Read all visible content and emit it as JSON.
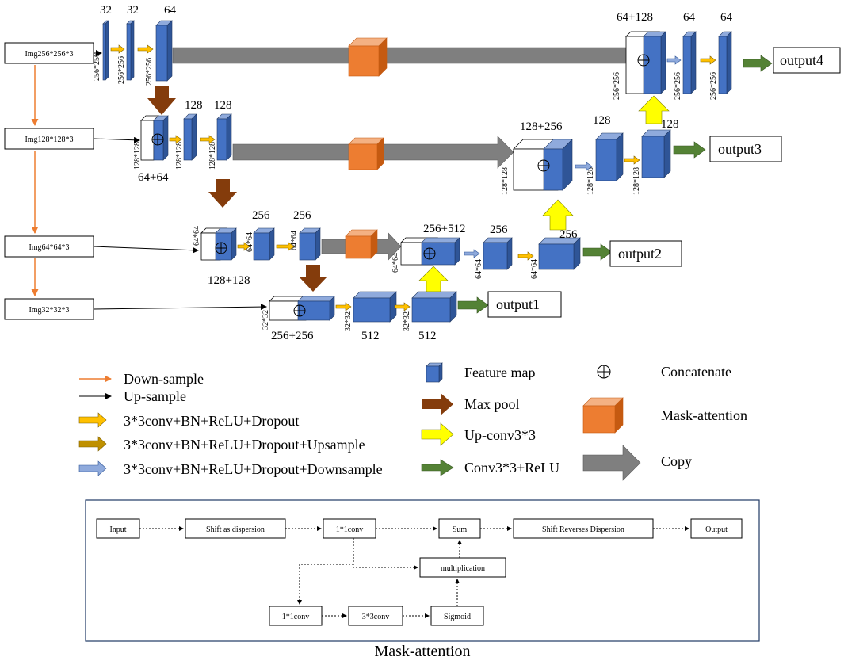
{
  "inputs": {
    "img256": "Img256*256*3",
    "img128": "Img128*128*3",
    "img64": "Img64*64*3",
    "img32": "Img32*32*3"
  },
  "outputs": {
    "o1": "output1",
    "o2": "output2",
    "o3": "output3",
    "o4": "output4"
  },
  "channels": {
    "enc1_a": "32",
    "enc1_b": "32",
    "enc1_c": "64",
    "enc2_a": "128",
    "enc2_b": "128",
    "enc2_cat": "64+64",
    "enc3_a": "256",
    "enc3_b": "256",
    "enc3_cat": "128+128",
    "bot_cat": "256+256",
    "bot_a": "512",
    "bot_b": "512",
    "dec3_cat": "256+512",
    "dec3_a": "256",
    "dec3_b": "256",
    "dec2_cat": "128+256",
    "dec2_a": "128",
    "dec2_b": "128",
    "dec1_cat": "64+128",
    "dec1_a": "64",
    "dec1_b": "64"
  },
  "sizes": {
    "s256": "256*256",
    "s128": "128*128",
    "s64": "64*64",
    "s32": "32*32"
  },
  "legend": {
    "down_sample": "Down-sample",
    "up_sample": "Up-sample",
    "conv_dropout": "3*3conv+BN+ReLU+Dropout",
    "conv_upsample": "3*3conv+BN+ReLU+Dropout+Upsample",
    "conv_downsample": "3*3conv+BN+ReLU+Dropout+Downsample",
    "feature_map": "Feature map",
    "max_pool": "Max pool",
    "up_conv": "Up-conv3*3",
    "conv_relu": "Conv3*3+ReLU",
    "concatenate": "Concatenate",
    "mask_attention": "Mask-attention",
    "copy": "Copy"
  },
  "mask_attention": {
    "input": "Input",
    "shift": "Shift as dispersion",
    "conv1": "1*1conv",
    "sum": "Sum",
    "shift_rev": "Shift Reverses Dispersion",
    "output": "Output",
    "mult": "multiplication",
    "conv1b": "1*1conv",
    "conv3": "3*3conv",
    "sigmoid": "Sigmoid",
    "caption": "Mask-attention"
  },
  "colors": {
    "blue_front": "#4472C4",
    "blue_top": "#8FAADC",
    "blue_side": "#2F5597",
    "orange_front": "#ED7D31",
    "orange_top": "#F4B183",
    "orange_side": "#C55A11",
    "brown": "#843C0C",
    "yellow": "#FFFF00",
    "green": "#548235",
    "gray": "#7F7F7F",
    "light_blue": "#8FAADC",
    "gold": "#BF9000",
    "orange_line": "#ED7D31",
    "frame": "#1F3864"
  }
}
